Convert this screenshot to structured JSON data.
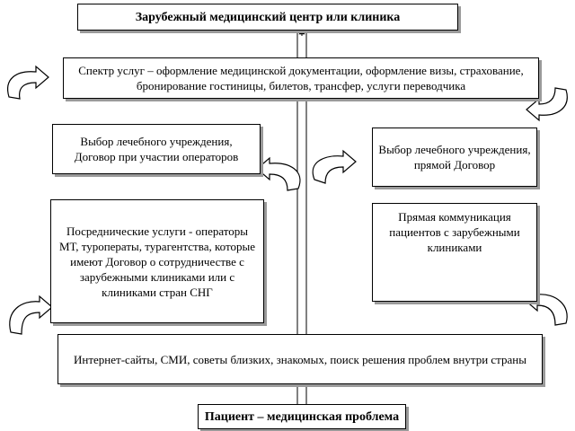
{
  "top": "Зарубежный медицинский центр или клиника",
  "services": "Спектр услуг – оформление медицинской документации, оформление визы, страхование, бронирование гостиницы, билетов, трансфер, услуги переводчика",
  "choice_left": "Выбор лечебного учреждения, Договор при участии операторов",
  "choice_right": "Выбор лечебного учреждения, прямой Договор",
  "intermediary": "Посреднические услуги - операторы МТ, туроператы, турагентства, которые имеют Договор о сотрудничестве с зарубежными клиниками или с клиниками стран СНГ",
  "direct": "Прямая коммуникация пациентов с зарубежными клиниками",
  "internet": "Интернет-сайты, СМИ, советы близких, знакомых, поиск решения проблем внутри страны",
  "bottom": "Пациент – медицинская проблема"
}
